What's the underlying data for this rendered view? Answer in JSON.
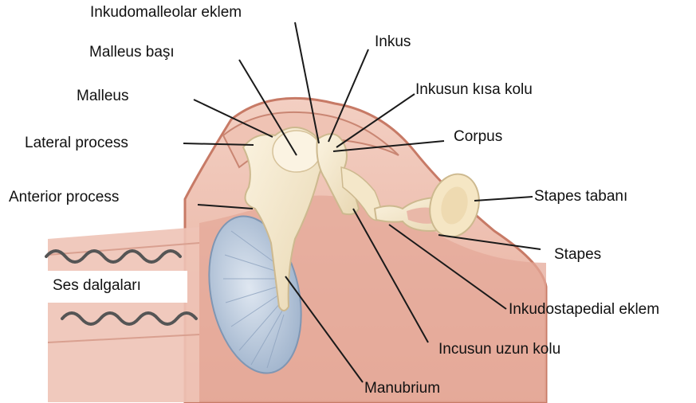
{
  "labels": {
    "inkudomalleolar_eklem": "Inkudomalleolar eklem",
    "malleus_basi": "Malleus başı",
    "malleus": "Malleus",
    "lateral_process": "Lateral process",
    "anterior_process": "Anterior process",
    "ses_dalgalari": "Ses dalgaları",
    "inkus": "Inkus",
    "inkusun_kisa_kolu": "Inkusun kısa kolu",
    "corpus": "Corpus",
    "stapes_tabani": "Stapes tabanı",
    "stapes": "Stapes",
    "inkudostapedial_eklem": "Inkudostapedial eklem",
    "incusun_uzun_kolu": "Incusun uzun kolu",
    "manubrium": "Manubrium"
  },
  "colors": {
    "cavity_wall": "#e9b8a8",
    "cavity_dark": "#d48f7c",
    "bone": "#f6ead1",
    "bone_shadow": "#e4d2ad",
    "eardrum": "#b9c9dc",
    "wave": "#555555"
  }
}
